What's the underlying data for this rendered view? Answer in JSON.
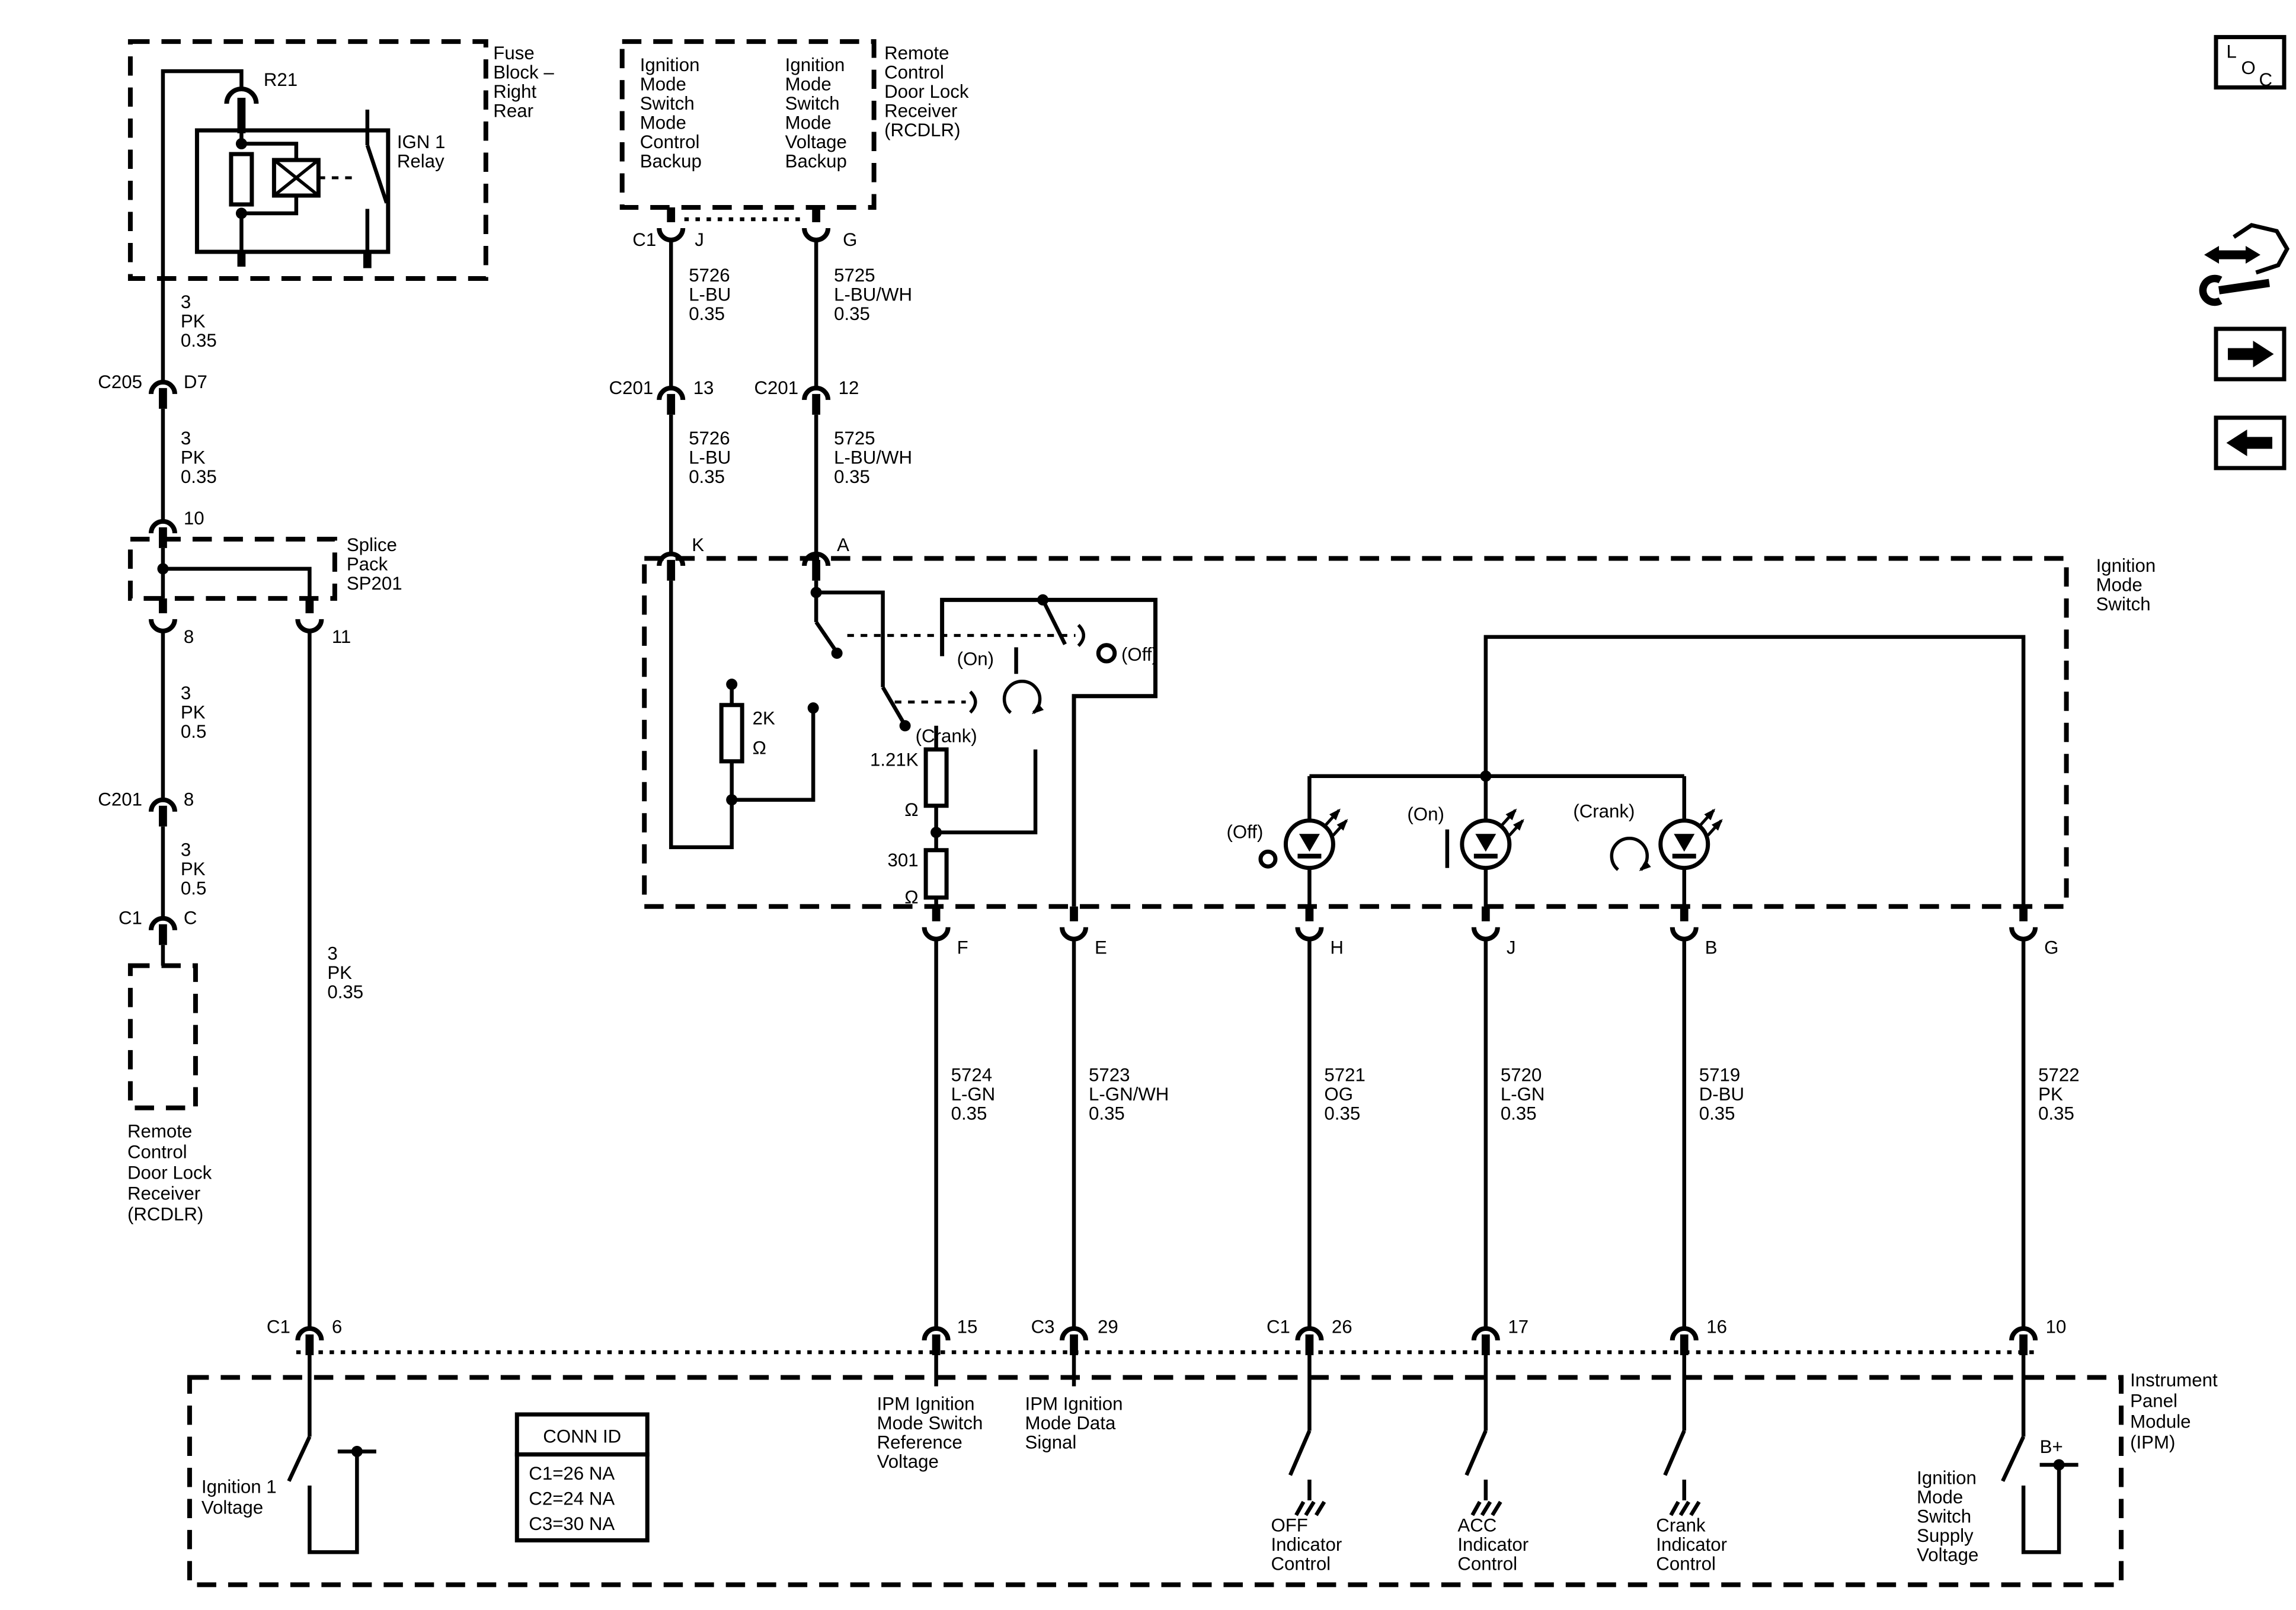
{
  "colors": {
    "line": "#000000",
    "background": "#ffffff"
  },
  "icons": {
    "loc": [
      "L",
      "O",
      "C"
    ]
  },
  "fuse_block": {
    "name": [
      "Fuse",
      "Block –",
      "Right",
      "Rear"
    ],
    "fuse_id": "R21",
    "relay_name": [
      "IGN 1",
      "Relay"
    ]
  },
  "left_chain": {
    "wire_a": [
      "3",
      "PK",
      "0.35"
    ],
    "conn_c205": "C205",
    "pin_d7": "D7",
    "wire_b": [
      "3",
      "PK",
      "0.35"
    ],
    "pin_10": "10",
    "splice": {
      "name": [
        "Splice",
        "Pack",
        "SP201"
      ],
      "pin_8": "8",
      "pin_11": "11"
    },
    "wire_c": [
      "3",
      "PK",
      "0.5"
    ],
    "conn_c201": "C201",
    "pin_8": "8",
    "wire_d": [
      "3",
      "PK",
      "0.5"
    ],
    "conn_c1": "C1",
    "pin_c": "C",
    "rcdlr_name": [
      "Remote",
      "Control",
      "Door Lock",
      "Receiver",
      "(RCDLR)"
    ],
    "wire_e": [
      "3",
      "PK",
      "0.35"
    ]
  },
  "rcdlr": {
    "signal_left": [
      "Ignition",
      "Mode",
      "Switch",
      "Mode",
      "Control",
      "Backup"
    ],
    "signal_right": [
      "Ignition",
      "Mode",
      "Switch",
      "Mode",
      "Voltage",
      "Backup"
    ],
    "name": [
      "Remote",
      "Control",
      "Door Lock",
      "Receiver",
      "(RCDLR)"
    ],
    "conn_c1": "C1",
    "pin_j": "J",
    "pin_g": "G"
  },
  "branch_j": {
    "wire_1": [
      "5726",
      "L-BU",
      "0.35"
    ],
    "conn": "C201",
    "pin_13": "13",
    "wire_2": [
      "5726",
      "L-BU",
      "0.35"
    ],
    "pin_k": "K"
  },
  "branch_g": {
    "wire_1": [
      "5725",
      "L-BU/WH",
      "0.35"
    ],
    "conn": "C201",
    "pin_12": "12",
    "wire_2": [
      "5725",
      "L-BU/WH",
      "0.35"
    ],
    "pin_a": "A"
  },
  "ims": {
    "name": [
      "Ignition",
      "Mode",
      "Switch"
    ],
    "res_2k": {
      "value": "2K",
      "unit": "Ω"
    },
    "res_121k": {
      "value": "1.21K",
      "unit": "Ω"
    },
    "res_301": {
      "value": "301",
      "unit": "Ω"
    },
    "pos_on": "(On)",
    "pos_off": "(Off)",
    "pos_crank": "(Crank)",
    "led_off": "(Off)",
    "led_on": "(On)",
    "led_crank": "(Crank)",
    "pin_f": "F",
    "pin_e": "E",
    "pin_h": "H",
    "pin_j": "J",
    "pin_b": "B",
    "pin_g": "G"
  },
  "wires_out": {
    "w5724": [
      "5724",
      "L-GN",
      "0.35"
    ],
    "w5723": [
      "5723",
      "L-GN/WH",
      "0.35"
    ],
    "w5721": [
      "5721",
      "OG",
      "0.35"
    ],
    "w5720": [
      "5720",
      "L-GN",
      "0.35"
    ],
    "w5719": [
      "5719",
      "D-BU",
      "0.35"
    ],
    "w5722": [
      "5722",
      "PK",
      "0.35"
    ]
  },
  "ipm": {
    "name": [
      "Instrument",
      "Panel",
      "Module",
      "(IPM)"
    ],
    "pin6": {
      "conn": "C1",
      "num": "6"
    },
    "pin15": "15",
    "pin29": {
      "conn": "C3",
      "num": "29"
    },
    "pin26": {
      "conn": "C1",
      "num": "26"
    },
    "pin17": "17",
    "pin16": "16",
    "pin10": "10",
    "ignition1": [
      "Ignition 1",
      "Voltage"
    ],
    "conn_id": {
      "title": "CONN ID",
      "rows": [
        "C1=26 NA",
        "C2=24 NA",
        "C3=30 NA"
      ]
    },
    "ref_voltage": [
      "IPM Ignition",
      "Mode Switch",
      "Reference",
      "Voltage"
    ],
    "data_signal": [
      "IPM Ignition",
      "Mode Data",
      "Signal"
    ],
    "off_ind": [
      "OFF",
      "Indicator",
      "Control"
    ],
    "acc_ind": [
      "ACC",
      "Indicator",
      "Control"
    ],
    "crank_ind": [
      "Crank",
      "Indicator",
      "Control"
    ],
    "supply": [
      "Ignition",
      "Mode",
      "Switch",
      "Supply",
      "Voltage"
    ],
    "b_plus": "B+"
  }
}
